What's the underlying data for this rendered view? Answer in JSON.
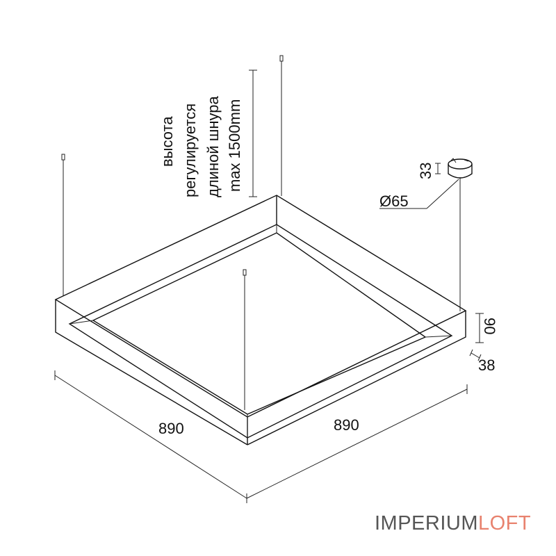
{
  "note": {
    "line1": "высота",
    "line2": "регулируется",
    "line3": "длиной шнура",
    "line4": "max 1500mm"
  },
  "dimensions": {
    "width_left": "890",
    "width_right": "890",
    "height": "90",
    "profile": "38",
    "canopy_height": "33",
    "canopy_diameter": "Ø65"
  },
  "brand": {
    "part1": "IMPERIUM",
    "part2": "LOFT",
    "color1": "#555555",
    "color2": "#e8826e"
  },
  "colors": {
    "line": "#111111",
    "background": "#ffffff"
  }
}
